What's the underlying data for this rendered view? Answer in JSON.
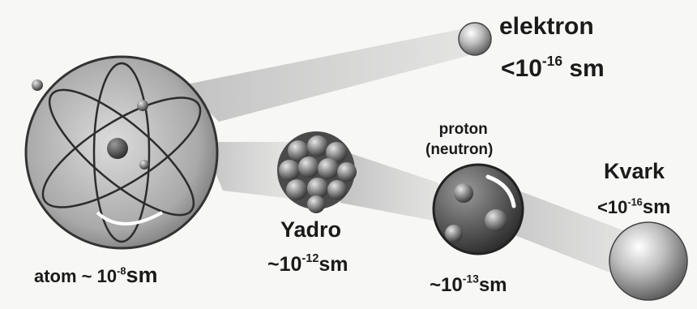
{
  "labels": {
    "elektron": {
      "name": "elektron",
      "prefix": "<10",
      "exp": "-16",
      "unit": "sm"
    },
    "atom": {
      "prefix": "atom ~ 10",
      "exp": "-8",
      "unit": "sm"
    },
    "yadro": {
      "name": "Yadro",
      "prefix": "~10",
      "exp": "-12",
      "unit": "sm"
    },
    "proton": {
      "line1": "proton",
      "line2": "(neutron)",
      "prefix": "~10",
      "exp": "-13",
      "unit": "sm"
    },
    "kvark": {
      "name": "Kvark",
      "prefix": "<10",
      "exp": "-16",
      "unit": "sm"
    }
  },
  "colors": {
    "background": "#f7f7f5",
    "text": "#1a1a1a",
    "beam": "#bdbdbd",
    "sphere_light": "#f2f2f2",
    "sphere_dark": "#5c5c5c"
  }
}
